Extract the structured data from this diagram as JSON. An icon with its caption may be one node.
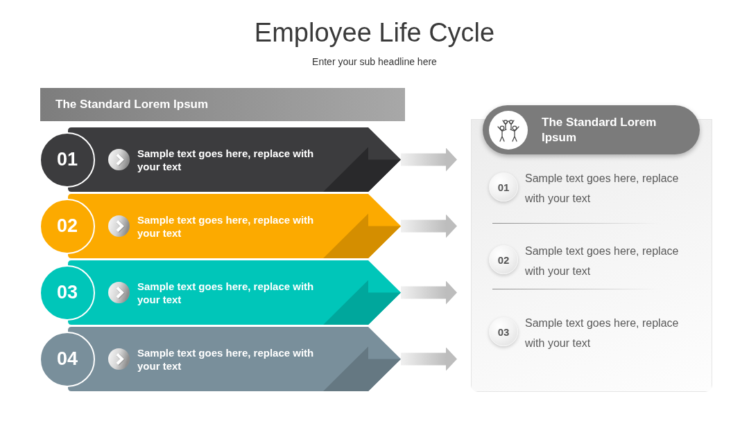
{
  "diagram": {
    "title": "Employee Life Cycle",
    "nodes": [
      {
        "text": [
          "The Standard Lorem Ipsum"
        ]
      },
      {
        "text": [
          "01",
          "Sample text goes here, replace with your text"
        ]
      },
      {
        "text": [
          "02",
          "Sample text goes here, replace with your text"
        ]
      },
      {
        "text": [
          "03",
          "Sample text goes here, replace with your text"
        ]
      },
      {
        "text": [
          "04",
          "Sample text goes here, replace with your text"
        ]
      },
      {
        "text": [],
        "shape": "box"
      },
      {
        "text": [
          "The Standard Lorem Ipsum"
        ],
        "in": 5
      },
      {
        "text": [
          "01"
        ],
        "in": 5,
        "beside": [
          "Sample text goes here, replace with your text"
        ]
      },
      {
        "text": [
          "02"
        ],
        "in": 5,
        "beside": [
          "Sample text goes here, replace with your text"
        ]
      },
      {
        "text": [
          "03"
        ],
        "in": 5,
        "beside": [
          "Sample text goes here, replace with your text"
        ]
      }
    ],
    "edges": [
      {
        "from": 1,
        "to": 5,
        "arrow": "to"
      },
      {
        "from": 2,
        "to": 5,
        "arrow": "to"
      },
      {
        "from": 3,
        "to": 5,
        "arrow": "to"
      },
      {
        "from": 4,
        "to": 5,
        "arrow": "to"
      }
    ],
    "labels": [
      "Enter your sub headline here"
    ]
  }
}
